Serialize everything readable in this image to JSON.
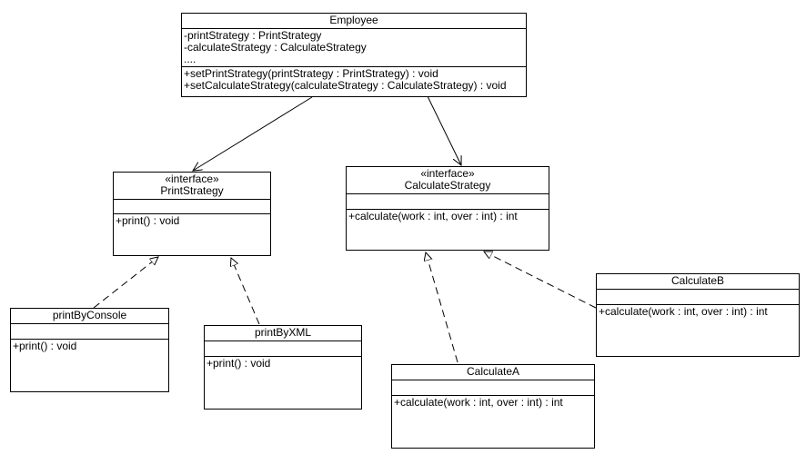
{
  "employee": {
    "name": "Employee",
    "attributes": [
      "-printStrategy : PrintStrategy",
      "-calculateStrategy : CalculateStrategy",
      "...."
    ],
    "operations": [
      "+setPrintStrategy(printStrategy : PrintStrategy) : void",
      "+setCalculateStrategy(calculateStrategy :  CalculateStrategy) : void"
    ]
  },
  "print_strategy": {
    "stereotype": "«interface»",
    "name": "PrintStrategy",
    "operations": [
      "+print() : void"
    ]
  },
  "calculate_strategy": {
    "stereotype": "«interface»",
    "name": "CalculateStrategy",
    "operations": [
      "+calculate(work : int, over : int) : int"
    ]
  },
  "print_by_console": {
    "name": "printByConsole",
    "operations": [
      "+print() : void"
    ]
  },
  "print_by_xml": {
    "name": "printByXML",
    "operations": [
      "+print() : void"
    ]
  },
  "calculate_a": {
    "name": "CalculateA",
    "operations": [
      "+calculate(work : int, over : int) : int"
    ]
  },
  "calculate_b": {
    "name": "CalculateB",
    "operations": [
      "+calculate(work : int, over : int) : int"
    ]
  },
  "relations": [
    {
      "from": "Employee",
      "to": "PrintStrategy",
      "kind": "association"
    },
    {
      "from": "Employee",
      "to": "CalculateStrategy",
      "kind": "association"
    },
    {
      "from": "printByConsole",
      "to": "PrintStrategy",
      "kind": "realization"
    },
    {
      "from": "printByXML",
      "to": "PrintStrategy",
      "kind": "realization"
    },
    {
      "from": "CalculateA",
      "to": "CalculateStrategy",
      "kind": "realization"
    },
    {
      "from": "CalculateB",
      "to": "CalculateStrategy",
      "kind": "realization"
    }
  ]
}
